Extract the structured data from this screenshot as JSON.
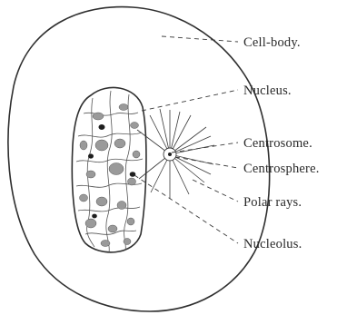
{
  "figure": {
    "labels": {
      "cell_body": "Cell-body.",
      "nucleus": "Nucleus.",
      "centrosome": "Centrosome.",
      "centrosphere": "Centrosphere.",
      "polar_rays": "Polar rays.",
      "nucleolus": "Nucleolus."
    }
  }
}
